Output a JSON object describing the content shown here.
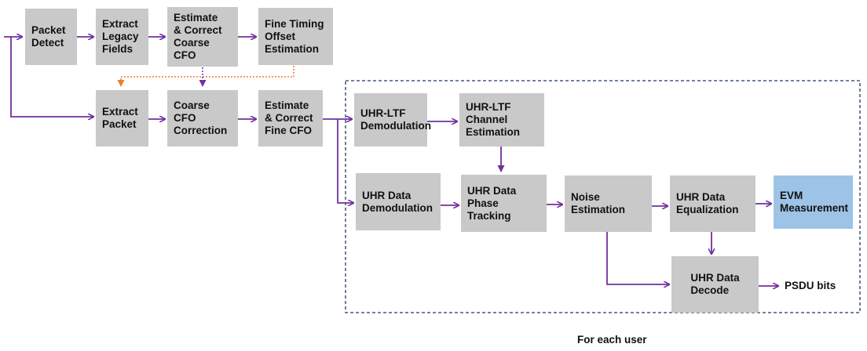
{
  "blocks": {
    "packet_detect": "Packet\nDetect",
    "extract_legacy": "Extract\nLegacy\nFields",
    "coarse_cfo_est": "Estimate\n& Correct\nCoarse\nCFO",
    "fine_timing": "Fine Timing\nOffset\nEstimation",
    "extract_packet": "Extract\nPacket",
    "coarse_cfo_corr": "Coarse\nCFO\nCorrection",
    "fine_cfo": "Estimate\n& Correct\nFine CFO",
    "ltf_demod": "UHR-LTF\nDemodulation",
    "ltf_chan_est": "UHR-LTF\nChannel\nEstimation",
    "data_demod": "UHR Data\nDemodulation",
    "phase_tracking": "UHR Data\nPhase\nTracking",
    "noise_est": "Noise\nEstimation",
    "equalization": "UHR Data\nEqualization",
    "evm": "EVM\nMeasurement",
    "decode": "UHR Data\nDecode"
  },
  "output_label": "PSDU bits",
  "group_label": "For each user",
  "colors": {
    "block": "#c9c9c9",
    "evm_block": "#9dc3e6",
    "flow_arrow": "#7030a0",
    "timing_arrow": "#ed7d31",
    "group_border": "#1f3864"
  }
}
